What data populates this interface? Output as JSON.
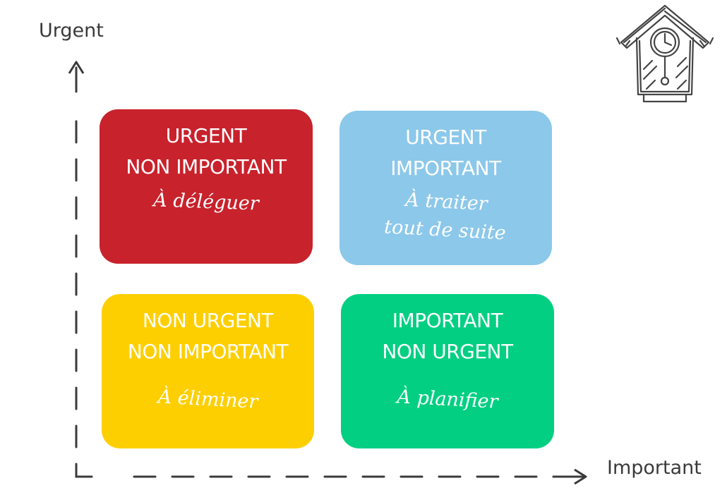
{
  "axes": {
    "y_label": "Urgent",
    "x_label": "Important"
  },
  "quadrants": [
    {
      "position": "top-left",
      "title_lines": [
        "URGENT",
        "NON IMPORTANT"
      ],
      "action_lines": [
        "À déléguer"
      ],
      "color": "#C8222C"
    },
    {
      "position": "top-right",
      "title_lines": [
        "URGENT",
        "IMPORTANT"
      ],
      "action_lines": [
        "À traiter",
        "tout de suite"
      ],
      "color": "#8CC8EA"
    },
    {
      "position": "bottom-left",
      "title_lines": [
        "NON URGENT",
        "NON IMPORTANT"
      ],
      "action_lines": [
        "À éliminer"
      ],
      "color": "#FECF00"
    },
    {
      "position": "bottom-right",
      "title_lines": [
        "IMPORTANT",
        "NON URGENT"
      ],
      "action_lines": [
        "À planifier"
      ],
      "color": "#03CF82"
    }
  ],
  "colors": {
    "axis": "#3a3a3a",
    "text_on_box": "#ffffff"
  },
  "icons": {
    "decoration": "cuckoo-clock-icon"
  }
}
